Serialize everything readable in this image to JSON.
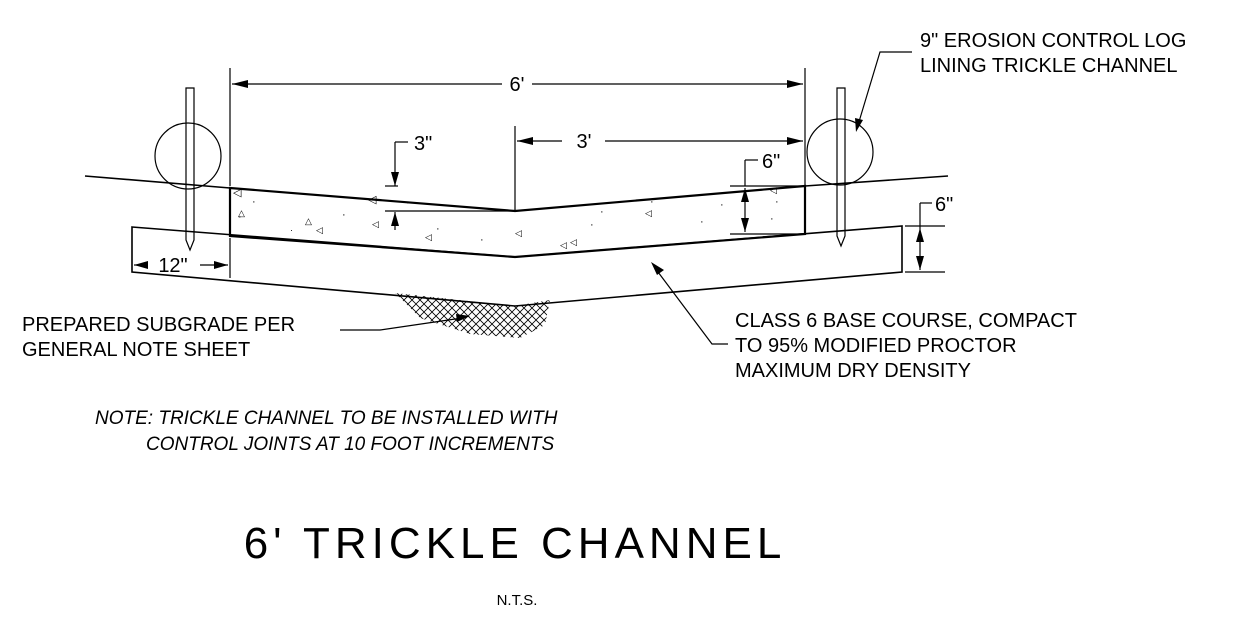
{
  "dimensions": {
    "overall_width": "6'",
    "half_width": "3'",
    "depth_center": "3\"",
    "depth_edge": "6\"",
    "base_thickness": "6\"",
    "overhang": "12\""
  },
  "callouts": {
    "erosion_log": [
      "9\" EROSION CONTROL LOG",
      "LINING TRICKLE CHANNEL"
    ],
    "subgrade": [
      "PREPARED SUBGRADE PER",
      "GENERAL NOTE SHEET"
    ],
    "base_course": [
      "CLASS 6 BASE COURSE, COMPACT",
      "TO 95% MODIFIED PROCTOR",
      "MAXIMUM DRY DENSITY"
    ]
  },
  "note": [
    "NOTE: TRICKLE CHANNEL TO BE INSTALLED WITH",
    "CONTROL JOINTS AT 10 FOOT INCREMENTS"
  ],
  "title": "6' TRICKLE CHANNEL",
  "scale": "N.T.S."
}
